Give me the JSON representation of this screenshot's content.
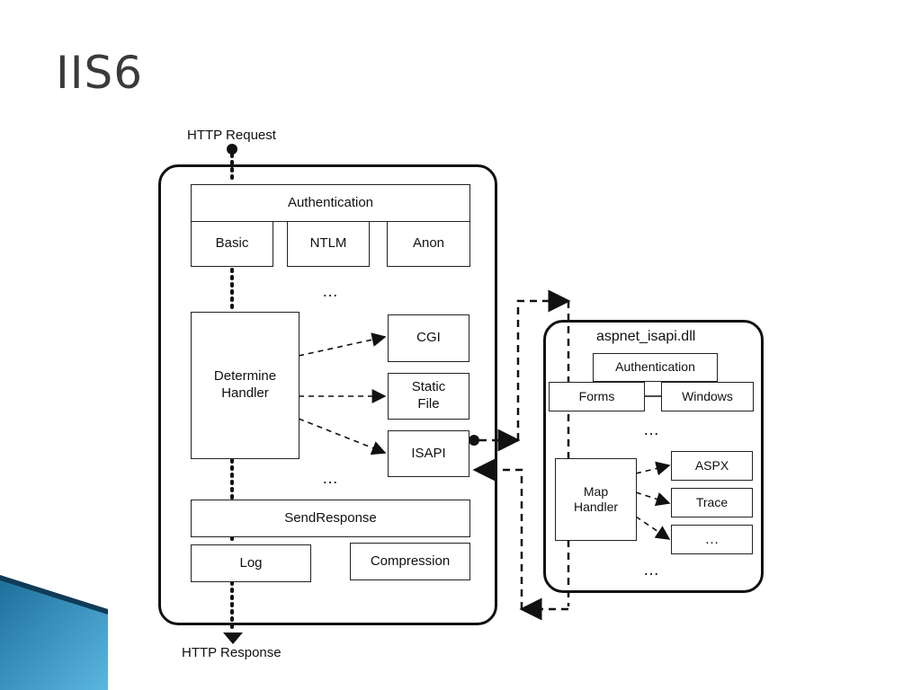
{
  "slide": {
    "title": "IIS6"
  },
  "diagram": {
    "http_request": "HTTP Request",
    "http_response": "HTTP Response",
    "iis": {
      "authentication": "Authentication",
      "auth_methods": [
        "Basic",
        "NTLM",
        "Anon"
      ],
      "ellipsis": "…",
      "determine_handler": "Determine\nHandler",
      "cgi": "CGI",
      "static_file": "Static\nFile",
      "isapi": "ISAPI",
      "send_response": "SendResponse",
      "log": "Log",
      "compression": "Compression"
    },
    "aspnet": {
      "title": "aspnet_isapi.dll",
      "authentication": "Authentication",
      "forms": "Forms",
      "windows": "Windows",
      "ellipsis": "…",
      "map_handler": "Map\nHandler",
      "aspx": "ASPX",
      "trace": "Trace",
      "more": "…"
    }
  }
}
